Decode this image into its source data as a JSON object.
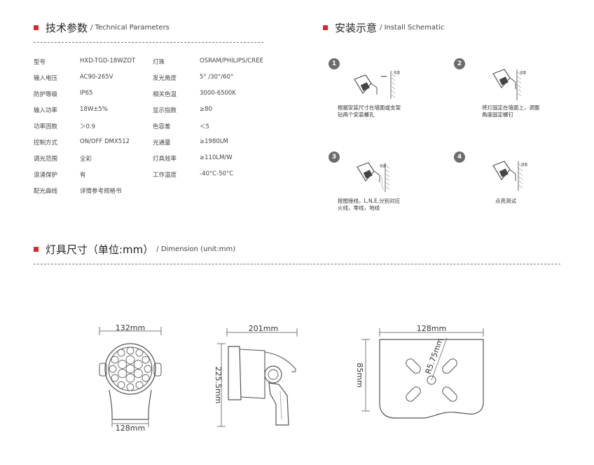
{
  "params_section": {
    "title_cn": "技术参数",
    "title_en": "/ Technical Parameters"
  },
  "install_section": {
    "title_cn": "安装示意",
    "title_en": "/ Install Schematic"
  },
  "dimension_section": {
    "title_cn": "灯具尺寸（单位:mm）",
    "title_en": "/ Dimension (unit:mm)"
  },
  "params_left": [
    {
      "label": "型号",
      "value": "HXD-TGD-18WZDT"
    },
    {
      "label": "输入电压",
      "value": "AC90-265V"
    },
    {
      "label": "防护等级",
      "value": "IP65"
    },
    {
      "label": "输入功率",
      "value": "18W±5%"
    },
    {
      "label": "功率因数",
      "value": "＞0.9"
    },
    {
      "label": "控制方式",
      "value": "ON/OFF  DMX512"
    },
    {
      "label": "调光范围",
      "value": "全彩"
    },
    {
      "label": "浪涌保护",
      "value": "有"
    },
    {
      "label": "配光曲线",
      "value": "详情参考规格书"
    }
  ],
  "params_right": [
    {
      "label": "灯珠",
      "value": "OSRAM/PHILIPS/CREE"
    },
    {
      "label": "发光角度",
      "value": "5° /30°/60°"
    },
    {
      "label": "相关色温",
      "value": "3000-6500K"
    },
    {
      "label": "显示指数",
      "value": "≥80"
    },
    {
      "label": "色容差",
      "value": "＜5"
    },
    {
      "label": "光通量",
      "value": "≥1980LM"
    },
    {
      "label": "灯具效率",
      "value": "≥110LM/W"
    },
    {
      "label": "工作温度",
      "value": "-40°C-50°C"
    }
  ],
  "install_steps": [
    {
      "num": "1",
      "caption1": "根据安装尺寸在墙面或支架",
      "caption2": "钻两个安装螺孔",
      "wall_label": "墙面"
    },
    {
      "num": "2",
      "caption1": "将灯固定在墙面上，调整",
      "caption2": "角度固定螺钉",
      "wall_label": "墙面"
    },
    {
      "num": "3",
      "caption1": "按图接线，L,N,E,分别对应",
      "caption2": "火线，零线，地线",
      "wall_label": "墙面"
    },
    {
      "num": "4",
      "caption1": "点亮测试",
      "caption2": "",
      "wall_label": "墙面"
    }
  ],
  "dimensions": {
    "front_width_top": "132mm",
    "front_width_bottom": "128mm",
    "side_width": "201mm",
    "side_height": "225.5mm",
    "base_width": "128mm",
    "base_height": "85mm",
    "base_radius": "R5.75mm"
  },
  "colors": {
    "accent": "#d8282e",
    "line": "#555555"
  }
}
